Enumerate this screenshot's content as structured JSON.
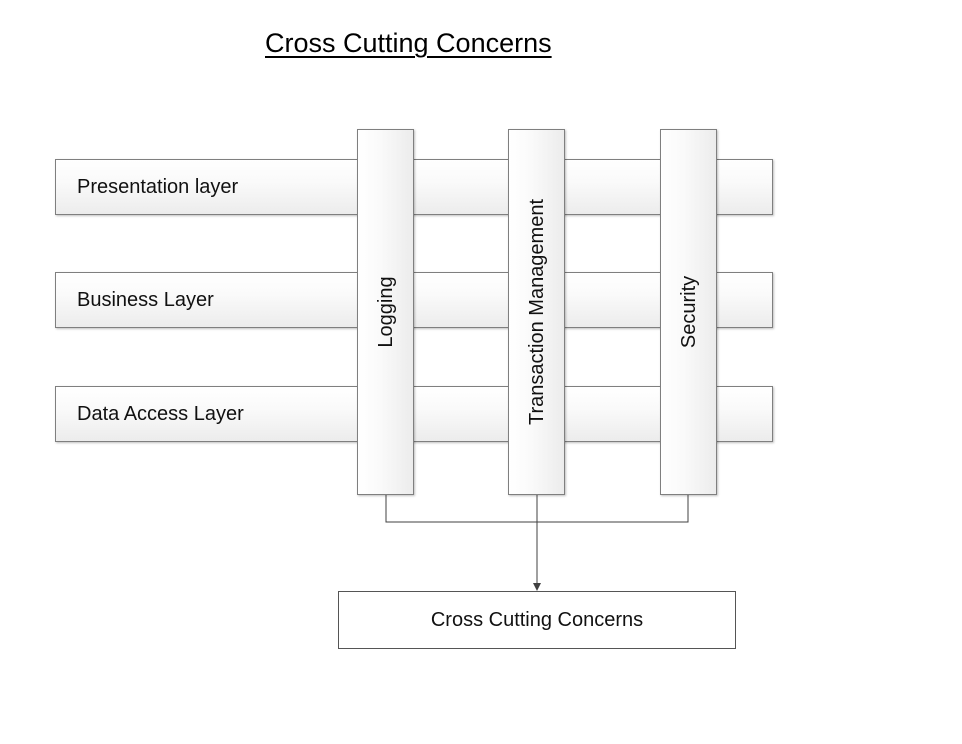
{
  "title": "Cross Cutting Concerns",
  "layers": [
    {
      "label": "Presentation layer"
    },
    {
      "label": "Business Layer"
    },
    {
      "label": "Data Access Layer"
    }
  ],
  "concerns": [
    {
      "label": "Logging"
    },
    {
      "label": "Transaction Management"
    },
    {
      "label": "Security"
    }
  ],
  "result": {
    "label": "Cross Cutting Concerns"
  },
  "colors": {
    "border": "#7f7f7f",
    "connector": "#404040",
    "text": "#111111"
  }
}
